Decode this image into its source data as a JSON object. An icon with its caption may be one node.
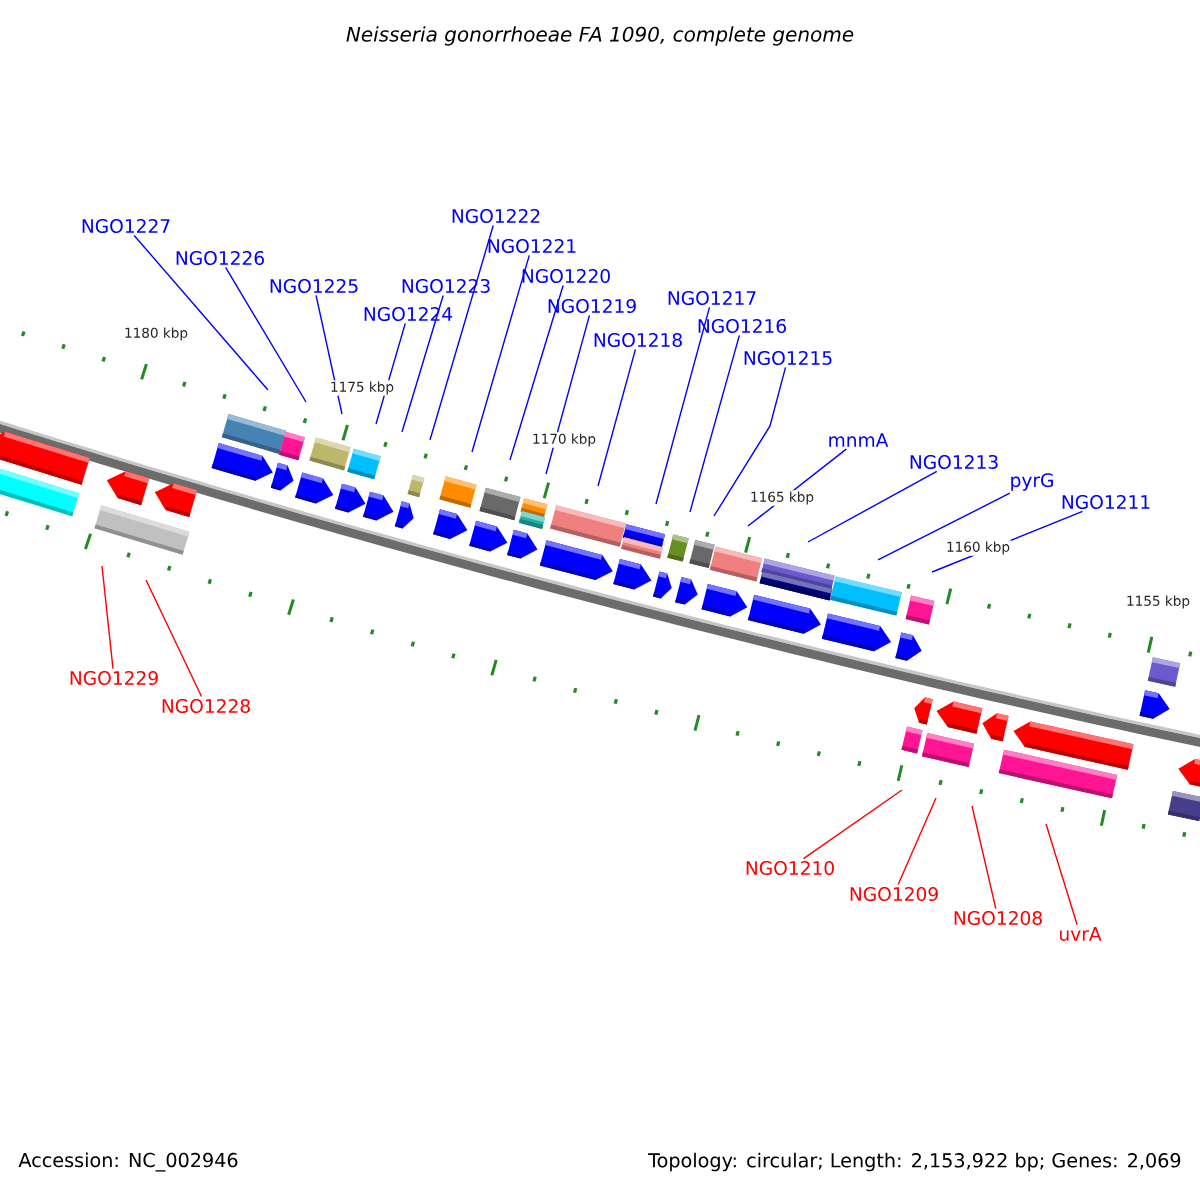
{
  "diagram": {
    "title": "Neisseria gonorrhoeae FA 1090, complete genome",
    "nodes": [
      {
        "text": [
          "NGO1227"
        ]
      },
      {
        "text": [
          "NGO1226"
        ]
      },
      {
        "text": [
          "NGO1225"
        ]
      },
      {
        "text": [
          "NGO1224"
        ]
      },
      {
        "text": [
          "NGO1223"
        ]
      },
      {
        "text": [
          "NGO1222"
        ]
      },
      {
        "text": [
          "NGO1221"
        ]
      },
      {
        "text": [
          "NGO1220"
        ]
      },
      {
        "text": [
          "NGO1219"
        ]
      },
      {
        "text": [
          "NGO1218"
        ]
      },
      {
        "text": [
          "NGO1217"
        ]
      },
      {
        "text": [
          "NGO1216"
        ]
      },
      {
        "text": [
          "NGO1215"
        ]
      },
      {
        "text": [
          "mnmA"
        ]
      },
      {
        "text": [
          "NGO1213"
        ]
      },
      {
        "text": [
          "pyrG"
        ]
      },
      {
        "text": [
          "NGO1211"
        ]
      },
      {
        "text": [
          "NGO1229"
        ]
      },
      {
        "text": [
          "NGO1228"
        ]
      },
      {
        "text": [
          "NGO1210"
        ]
      },
      {
        "text": [
          "NGO1209"
        ]
      },
      {
        "text": [
          "NGO1208"
        ]
      },
      {
        "text": [
          "uvrA"
        ]
      }
    ],
    "edges": [
      {
        "from": 0,
        "to": null,
        "arrow": "none"
      },
      {
        "from": 1,
        "to": null,
        "arrow": "none"
      },
      {
        "from": 2,
        "to": null,
        "arrow": "none"
      },
      {
        "from": 3,
        "to": null,
        "arrow": "none"
      },
      {
        "from": 4,
        "to": null,
        "arrow": "none"
      },
      {
        "from": 5,
        "to": null,
        "arrow": "none"
      },
      {
        "from": 6,
        "to": null,
        "arrow": "none"
      },
      {
        "from": 7,
        "to": null,
        "arrow": "none"
      },
      {
        "from": 8,
        "to": null,
        "arrow": "none"
      },
      {
        "from": 9,
        "to": null,
        "arrow": "none"
      },
      {
        "from": 10,
        "to": null,
        "arrow": "none"
      },
      {
        "from": 11,
        "to": null,
        "arrow": "none"
      },
      {
        "from": 12,
        "to": null,
        "arrow": "none"
      },
      {
        "from": 13,
        "to": null,
        "arrow": "none"
      },
      {
        "from": 14,
        "to": null,
        "arrow": "none"
      },
      {
        "from": 15,
        "to": null,
        "arrow": "none"
      },
      {
        "from": 16,
        "to": null,
        "arrow": "none"
      },
      {
        "from": 17,
        "to": null,
        "arrow": "none",
        "color": "#ff0000"
      },
      {
        "from": 18,
        "to": null,
        "arrow": "none",
        "color": "#ff0000"
      },
      {
        "from": 19,
        "to": null,
        "arrow": "none",
        "color": "#ff0000"
      },
      {
        "from": 20,
        "to": null,
        "arrow": "none",
        "color": "#ff0000"
      },
      {
        "from": 21,
        "to": null,
        "arrow": "none",
        "color": "#ff0000"
      },
      {
        "from": 22,
        "to": null,
        "arrow": "none",
        "color": "#ff0000"
      }
    ],
    "labels": [
      "1180 kbp",
      "1175 kbp",
      "1170 kbp",
      "1165 kbp",
      "1160 kbp",
      "1155 kbp",
      "Accession: NC_002946",
      "Topology: circular; Length: 2,153,922 bp; Genes: 2,069"
    ]
  }
}
